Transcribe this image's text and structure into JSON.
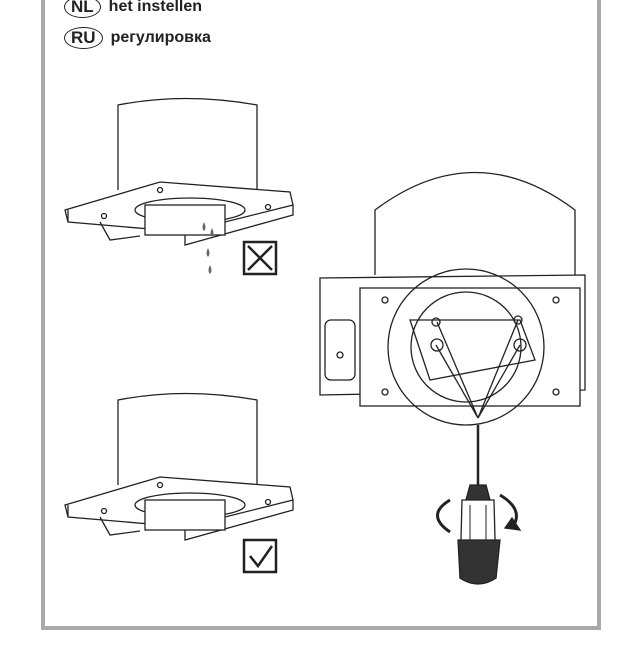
{
  "languages": [
    {
      "code": "NL",
      "label": "het instellen"
    },
    {
      "code": "RU",
      "label": "регулировка"
    }
  ],
  "marks": {
    "wrong": "cross-box",
    "right": "check-box"
  }
}
